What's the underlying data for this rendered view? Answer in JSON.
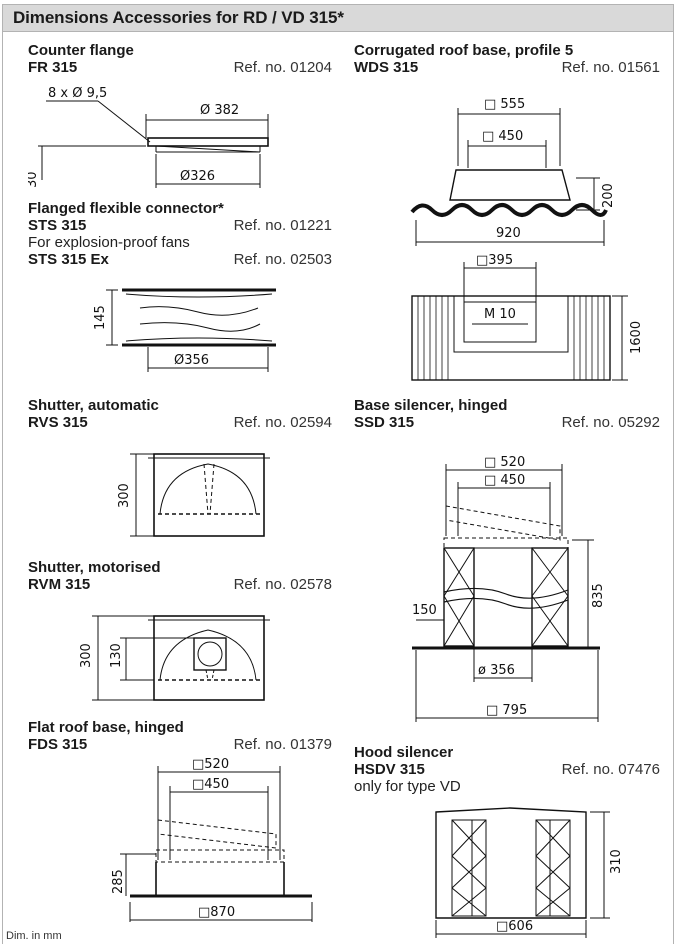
{
  "header": {
    "title": "Dimensions Accessories for RD / VD 315*"
  },
  "footnote": "Dim. in mm",
  "items": {
    "counter_flange": {
      "name": "Counter flange",
      "code": "FR 315",
      "ref": "Ref. no. 01204",
      "dims": {
        "holes": "8 x Ø 9,5",
        "outer": "Ø 382",
        "inner": "Ø326",
        "height": "30"
      }
    },
    "flex_connector": {
      "name": "Flanged flexible connector*",
      "code": "STS 315",
      "ref": "Ref. no. 01221",
      "note": "For explosion-proof fans",
      "code2": "STS 315 Ex",
      "ref2": "Ref. no. 02503",
      "dims": {
        "height": "145",
        "diameter": "Ø356"
      }
    },
    "shutter_auto": {
      "name": "Shutter, automatic",
      "code": "RVS 315",
      "ref": "Ref. no. 02594",
      "dims": {
        "height": "300"
      }
    },
    "shutter_motor": {
      "name": "Shutter, motorised",
      "code": "RVM 315",
      "ref": "Ref. no. 02578",
      "dims": {
        "height": "300",
        "motor": "130"
      }
    },
    "flat_roof": {
      "name": "Flat roof base, hinged",
      "code": "FDS 315",
      "ref": "Ref. no. 01379",
      "dims": {
        "top": "□520",
        "inner": "□450",
        "height": "285",
        "base": "□870"
      }
    },
    "corrugated": {
      "name": "Corrugated roof base, profile 5",
      "code": "WDS 315",
      "ref": "Ref. no. 01561",
      "dims": {
        "top": "□ 555",
        "inner": "□ 450",
        "height": "200",
        "width": "920",
        "opening": "□395",
        "bolt": "M 10",
        "depth": "1600"
      }
    },
    "base_silencer": {
      "name": "Base silencer, hinged",
      "code": "SSD 315",
      "ref": "Ref. no. 05292",
      "dims": {
        "top": "□ 520",
        "inner": "□ 450",
        "height": "835",
        "wall": "150",
        "diameter": "ø 356",
        "base": "□ 795"
      }
    },
    "hood_silencer": {
      "name": "Hood silencer",
      "code": "HSDV 315",
      "ref": "Ref. no. 07476",
      "note": "only for type VD",
      "dims": {
        "height": "310",
        "width": "□606"
      }
    }
  }
}
